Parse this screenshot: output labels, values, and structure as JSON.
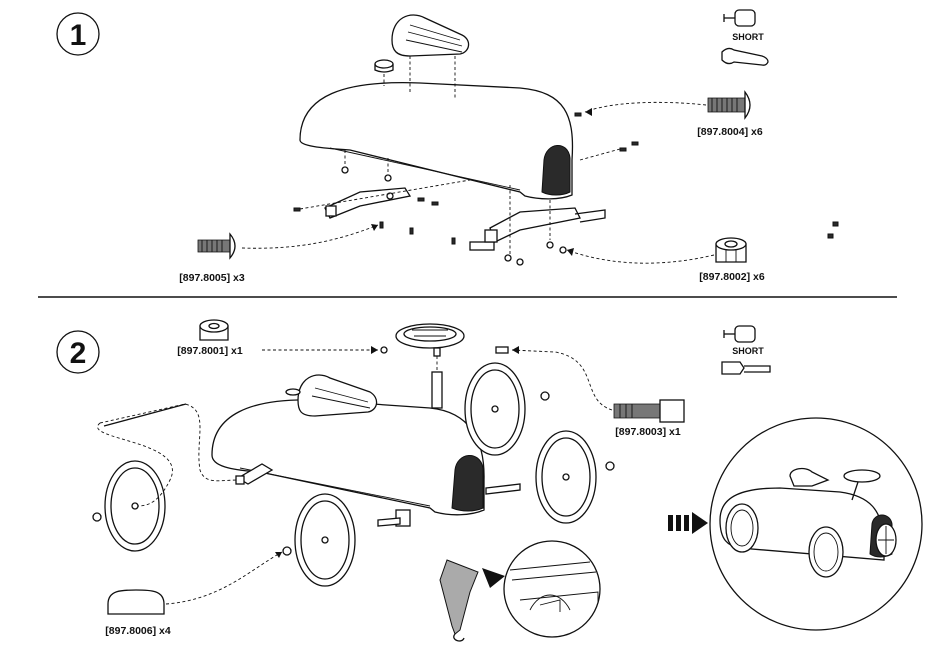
{
  "steps": [
    {
      "number": "1",
      "tools": {
        "short_label": "SHORT"
      },
      "parts": [
        {
          "code": "[897.8004] x6"
        },
        {
          "code": "[897.8005] x3"
        },
        {
          "code": "[897.8002] x6"
        }
      ]
    },
    {
      "number": "2",
      "tools": {
        "short_label": "SHORT"
      },
      "parts": [
        {
          "code": "[897.8001] x1"
        },
        {
          "code": "[897.8003] x1"
        },
        {
          "code": "[897.8006] x4"
        }
      ]
    }
  ]
}
